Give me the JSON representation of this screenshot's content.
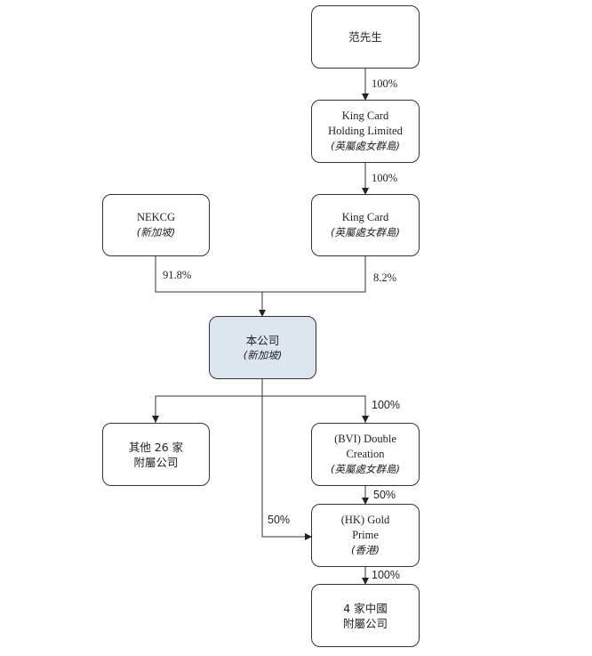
{
  "nodes": {
    "fan": {
      "lines": [
        "范先生"
      ]
    },
    "kch": {
      "lines": [
        "King Card",
        "Holding Limited"
      ],
      "place": "(英屬處女群島)"
    },
    "kc": {
      "lines": [
        "King Card"
      ],
      "place": "(英屬處女群島)"
    },
    "nekcg": {
      "lines": [
        "NEKCG"
      ],
      "place": "(新加坡)"
    },
    "company": {
      "lines": [
        "本公司"
      ],
      "place": "(新加坡)"
    },
    "other26": {
      "lines": [
        "其他 26 家",
        "附屬公司"
      ]
    },
    "bvi": {
      "lines": [
        "(BVI) Double",
        "Creation"
      ],
      "place": "(英屬處女群島)"
    },
    "hk": {
      "lines": [
        "(HK) Gold",
        "Prime"
      ],
      "place": "(香港)"
    },
    "china4": {
      "lines": [
        "4 家中國",
        "附屬公司"
      ]
    }
  },
  "percentages": {
    "fan_to_kch": "100%",
    "kch_to_kc": "100%",
    "nekcg_to_company": "91.8%",
    "kc_to_company": "8.2%",
    "company_to_bvi": "100%",
    "bvi_to_hk": "50%",
    "company_to_hk": "50%",
    "hk_to_china4": "100%"
  }
}
